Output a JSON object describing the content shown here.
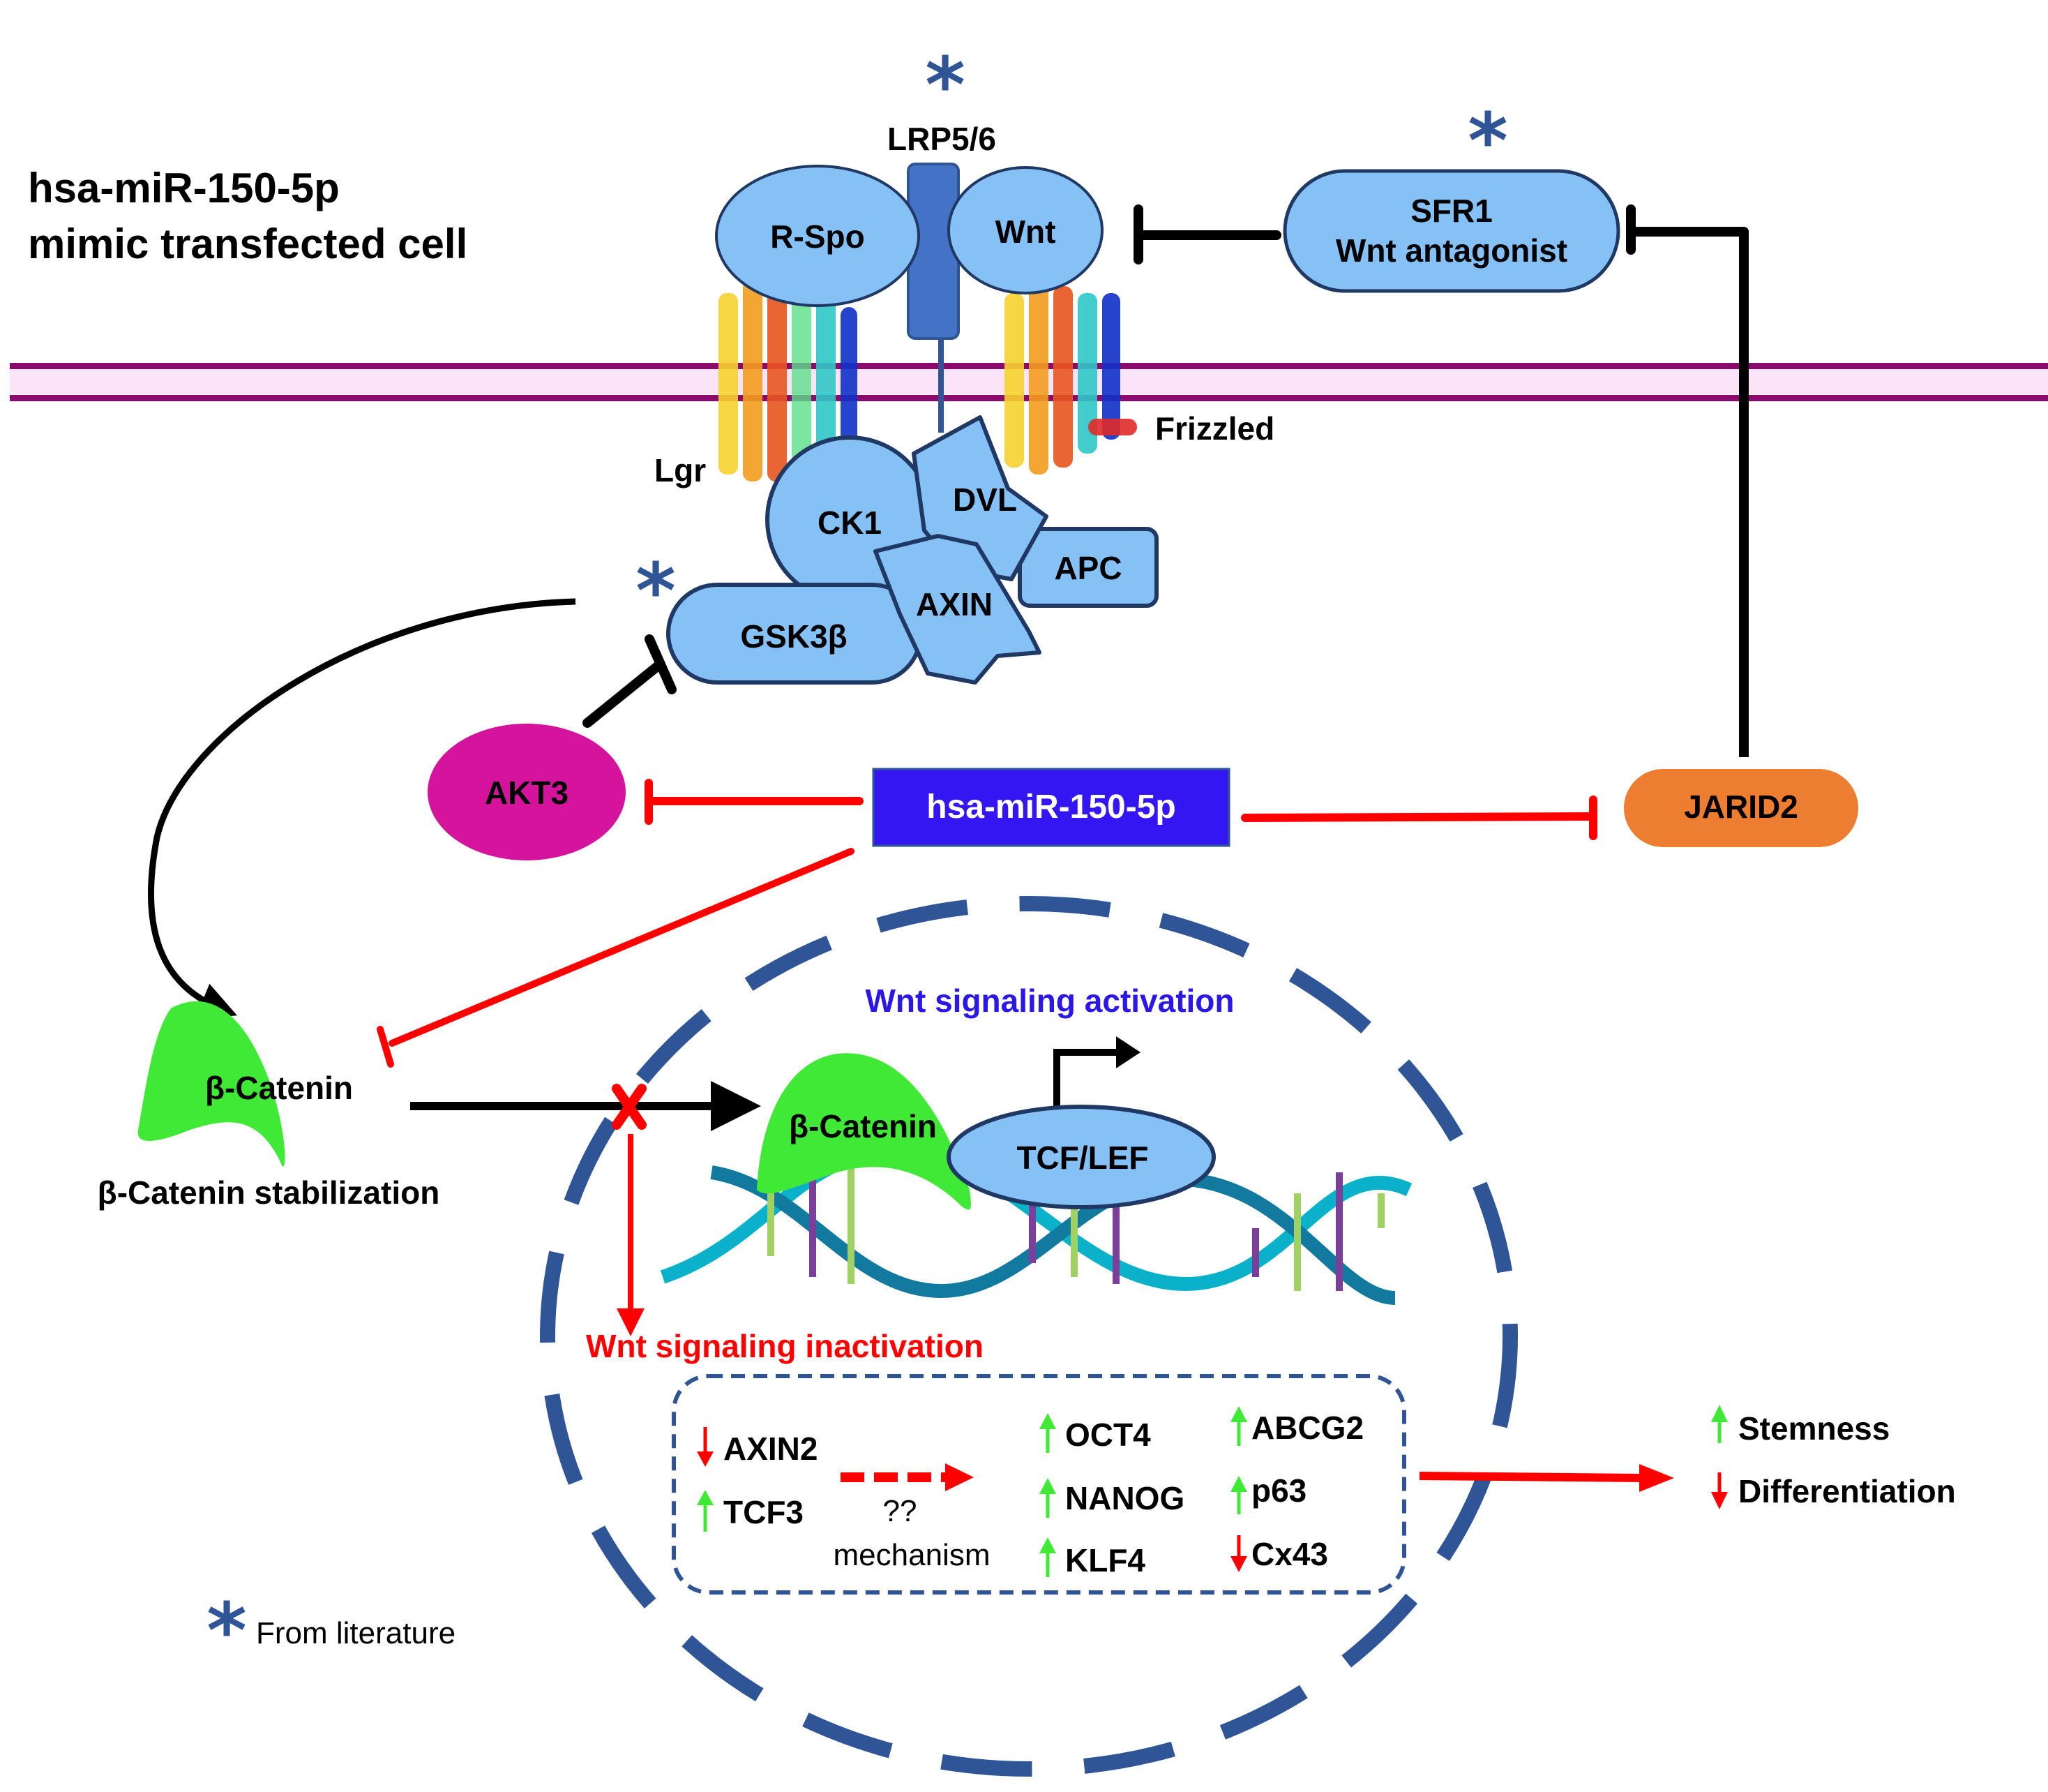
{
  "title": {
    "line1": "hsa-miR-150-5p",
    "line2": "mimic transfected cell"
  },
  "colors": {
    "receptor_fill": "#85c1f5",
    "receptor_stroke": "#1f3864",
    "lrp_fill": "#4472c4",
    "membrane_line": "#8b0a6e",
    "membrane_fill": "#fce4f8",
    "mirna_fill": "#3316f2",
    "akt3_fill": "#d5149e",
    "jarid2_fill": "#ed7d31",
    "catenin_fill": "#40e936",
    "inhibit_red": "#ff0000",
    "nucleus_dash": "#2f5597",
    "activation_text": "#2b18e8",
    "inactivation_text": "#ff0000",
    "up_arrow": "#40e936",
    "down_arrow": "#ff0000",
    "asterisk": "#2f5597"
  },
  "membrane": {
    "receptors": {
      "lrp": "LRP5/6",
      "rspo": "R-Spo",
      "wnt": "Wnt",
      "lgr": "Lgr",
      "frizzled": "Frizzled"
    }
  },
  "sfr1": {
    "line1": "SFR1",
    "line2": "Wnt antagonist"
  },
  "destruction_complex": {
    "ck1": "CK1",
    "dvl": "DVL",
    "apc": "APC",
    "axin": "AXIN",
    "gsk3b": "GSK3β"
  },
  "regulators": {
    "mirna": "hsa-miR-150-5p",
    "akt3": "AKT3",
    "jarid2": "JARID2"
  },
  "cytoplasm": {
    "catenin": "β-Catenin",
    "stabilization": "β-Catenin stabilization"
  },
  "nucleus": {
    "activation": "Wnt signaling activation",
    "inactivation": "Wnt signaling inactivation",
    "catenin": "β-Catenin",
    "tcf": "TCF/LEF",
    "mechanism_q": "??",
    "mechanism": "mechanism",
    "upstream_genes": [
      {
        "name": "AXIN2",
        "direction": "down"
      },
      {
        "name": "TCF3",
        "direction": "up"
      }
    ],
    "target_genes_col1": [
      {
        "name": "OCT4",
        "direction": "up"
      },
      {
        "name": "NANOG",
        "direction": "up"
      },
      {
        "name": "KLF4",
        "direction": "up"
      }
    ],
    "target_genes_col2": [
      {
        "name": "ABCG2",
        "direction": "up"
      },
      {
        "name": "p63",
        "direction": "up"
      },
      {
        "name": "Cx43",
        "direction": "down"
      }
    ]
  },
  "outcomes": [
    {
      "name": "Stemness",
      "direction": "up"
    },
    {
      "name": "Differentiation",
      "direction": "down"
    }
  ],
  "legend": {
    "asterisk": "*",
    "text": "From literature"
  }
}
